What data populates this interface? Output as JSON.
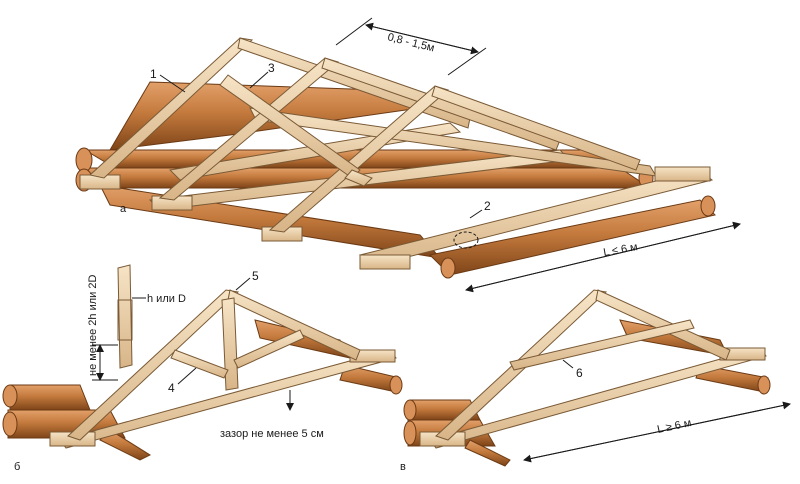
{
  "figure": {
    "panel_labels": {
      "a": "а",
      "b": "б",
      "v": "в"
    },
    "callouts": {
      "n1": "1",
      "n2": "2",
      "n3": "3",
      "n4": "4",
      "n5": "5",
      "n6": "6"
    },
    "dimensions": {
      "spacing": "0,8 - 1,5м",
      "span_a": "L ≤ 6 м",
      "span_v": "L ≥ 6 м",
      "joint_size": "h или D",
      "overlap": "не менее 2h или 2D",
      "gap": "зазор не менее 5 см"
    },
    "colors": {
      "timber": "#ecd3ae",
      "timber_edge": "#7a5a36",
      "log": "#c47a3d",
      "log_dark": "#8c4e1e",
      "ink": "#1a1a1a"
    }
  }
}
